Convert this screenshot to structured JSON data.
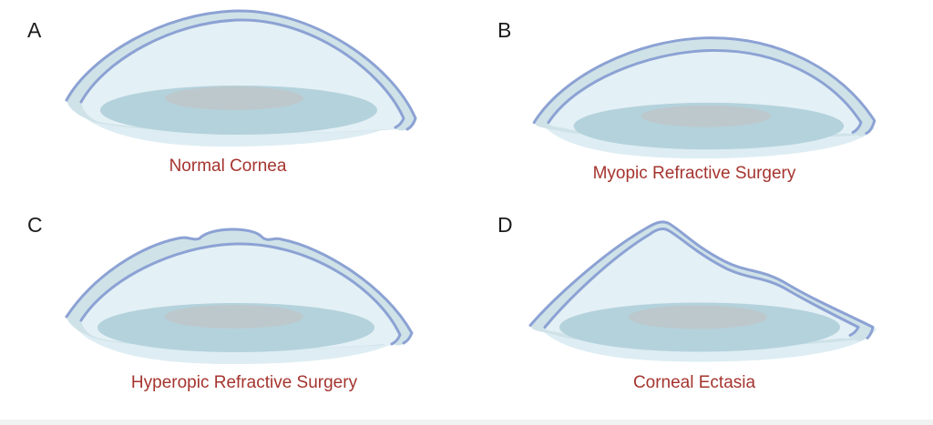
{
  "panels": [
    {
      "letter": "A",
      "caption": "Normal Cornea"
    },
    {
      "letter": "B",
      "caption": "Myopic Refractive Surgery"
    },
    {
      "letter": "C",
      "caption": "Hyperopic Refractive Surgery"
    },
    {
      "letter": "D",
      "caption": "Corneal Ectasia"
    }
  ],
  "colors": {
    "background": "#ffffff",
    "panel_letter": "#1c1c1c",
    "caption": "#a5342e",
    "outline": "#8ca2d4",
    "outer_band": "#cfe2e8",
    "stroma": "#e3f0f5",
    "base": "#ddedf3",
    "iris": "#b4d2dc",
    "pupil": "#bec7ca",
    "footer_strip": "#f1f2f2"
  }
}
